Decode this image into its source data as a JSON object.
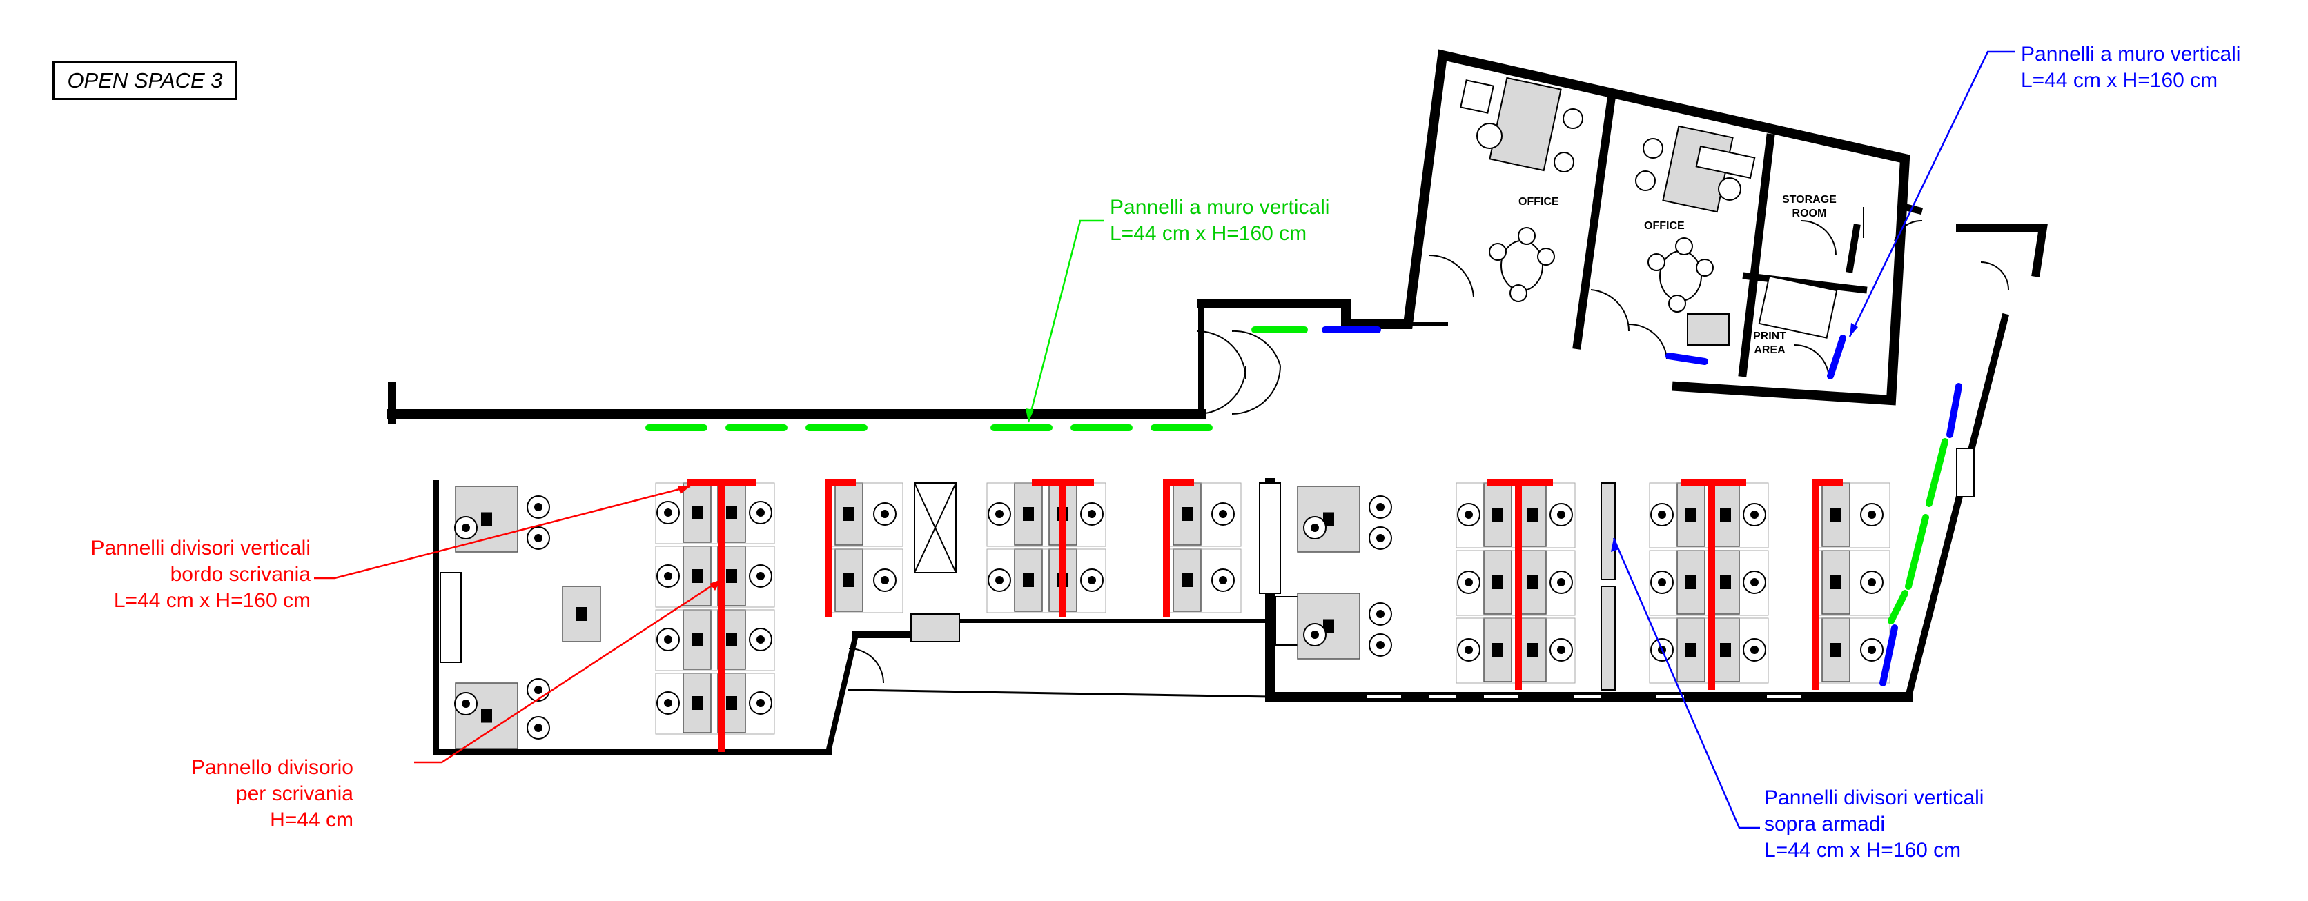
{
  "title": "OPEN SPACE 3",
  "annotations": {
    "green_wall": [
      "Pannelli a muro verticali",
      "L=44 cm x H=160 cm"
    ],
    "blue_wall": [
      "Pannelli a muro verticali",
      "L=44 cm x H=160 cm"
    ],
    "red_desk_edge": [
      "Pannelli divisori verticali",
      "bordo scrivania",
      "L=44 cm x H=160 cm"
    ],
    "red_desk_panel": [
      "Pannello divisorio",
      "per scrivania",
      "H=44 cm"
    ],
    "blue_cabinets": [
      "Pannelli divisori verticali",
      "sopra armadi",
      "L=44 cm x H=160 cm"
    ]
  },
  "rooms": {
    "office_1": "OFFICE",
    "office_2": "OFFICE",
    "storage": [
      "STORAGE",
      "ROOM"
    ],
    "print": [
      "PRINT",
      "AREA"
    ]
  },
  "colors": {
    "red": "#ff0000",
    "green": "#00ee00",
    "blue": "#0000ff",
    "wall": "#000000",
    "desk": "#d9d9d9"
  }
}
